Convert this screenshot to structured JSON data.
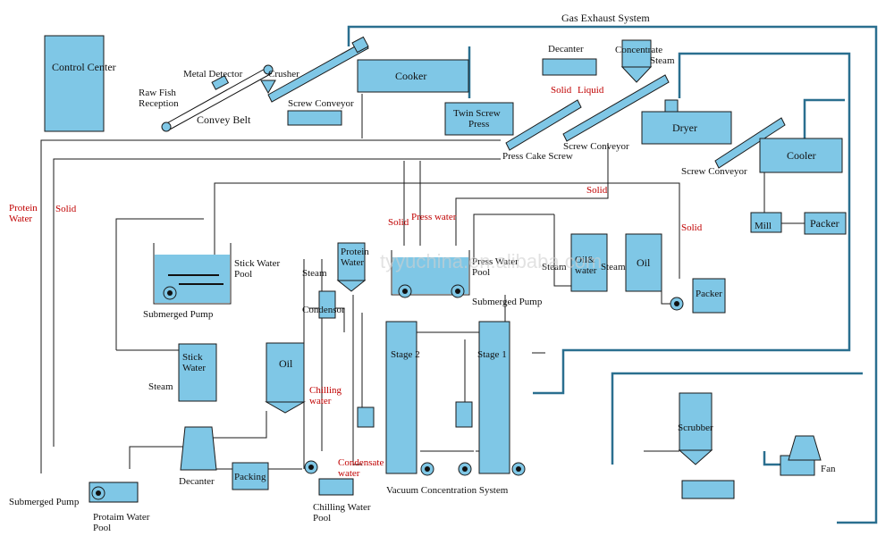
{
  "labels": {
    "gas_exhaust": "Gas Exhaust System",
    "control_center": "Control Center",
    "metal_detector": "Metal Detector",
    "crusher": "Crusher",
    "raw_fish": "Raw Fish Reception",
    "convey_belt": "Convey Belt",
    "screw_conveyor_1": "Screw Conveyor",
    "cooker": "Cooker",
    "twin_screw_press": "Twin Screw Press",
    "decanter_top": "Decanter",
    "concentrate": "Concentrate",
    "steam_concentrate": "Steam",
    "solid_1": "Solid",
    "liquid_1": "Liquid",
    "press_cake_screw": "Press Cake Screw",
    "screw_conveyor_2": "Screw Conveyor",
    "dryer": "Dryer",
    "screw_conveyor_3": "Screw Conveyor",
    "cooler": "Cooler",
    "mill": "Mill",
    "packer_top": "Packer",
    "protein_water": "Protein Water",
    "solid_left": "Solid",
    "solid_2": "Solid",
    "press_water_red": "Press water",
    "solid_3": "Solid",
    "solid_4": "Solid",
    "stick_water_pool": "Stick Water Pool",
    "submerged_pump_1": "Submerged Pump",
    "protein_water_tank": "Protein Water",
    "steam_protein": "Steam",
    "press_water_pool": "Press Water Pool",
    "submerged_pump_2": "Submerged Pump",
    "oil_water": "Oil& water",
    "steam_oilwater": "Steam",
    "oil_tank": "Oil",
    "steam_oil": "Steam",
    "packer_mid": "Packer",
    "condensor": "Condensor",
    "stage2": "Stage 2",
    "stage1": "Stage 1",
    "stick_water": "Stick Water",
    "steam_stick": "Steam",
    "oil_lower": "Oil",
    "chilling_water": "Chilling water",
    "scrubber": "Scrubber",
    "fan": "Fan",
    "decanter_low": "Decanter",
    "packing": "Packing",
    "condensate_water": "Condensate water",
    "vacuum_system": "Vacuum Concentration System",
    "submerged_pump_3": "Submerged Pump",
    "protein_water_pool": "Protaim Water Pool",
    "chilling_water_pool": "Chilling Water Pool",
    "watermark": "tyyuchina.en.alibaba.com"
  }
}
